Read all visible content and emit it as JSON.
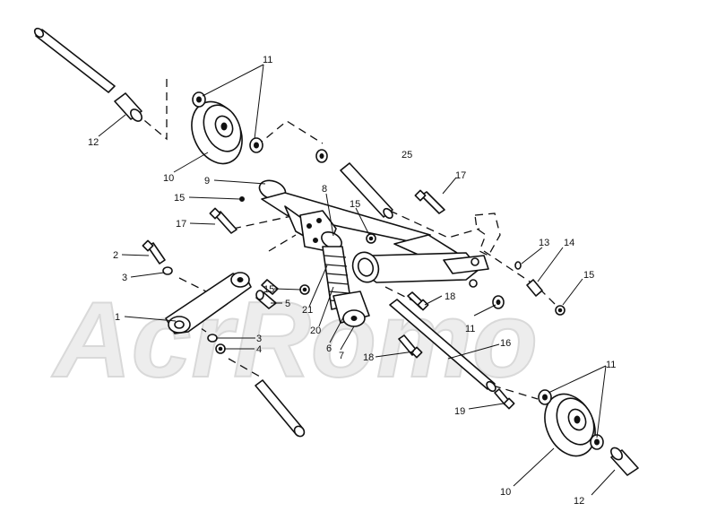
{
  "watermark": {
    "text": "AcrRomo"
  },
  "callouts": [
    {
      "id": "c11a",
      "text": "11"
    },
    {
      "id": "c12a",
      "text": "12"
    },
    {
      "id": "c10a",
      "text": "10"
    },
    {
      "id": "c25",
      "text": "25"
    },
    {
      "id": "c9",
      "text": "9"
    },
    {
      "id": "c17a",
      "text": "17"
    },
    {
      "id": "c15a",
      "text": "15"
    },
    {
      "id": "c8",
      "text": "8"
    },
    {
      "id": "c15b",
      "text": "15"
    },
    {
      "id": "c17b",
      "text": "17"
    },
    {
      "id": "c2",
      "text": "2"
    },
    {
      "id": "c3a",
      "text": "3"
    },
    {
      "id": "c13",
      "text": "13"
    },
    {
      "id": "c14",
      "text": "14"
    },
    {
      "id": "c15c",
      "text": "15"
    },
    {
      "id": "c15d",
      "text": "15"
    },
    {
      "id": "c5",
      "text": "5"
    },
    {
      "id": "c18a",
      "text": "18"
    },
    {
      "id": "c21",
      "text": "21"
    },
    {
      "id": "c1",
      "text": "1"
    },
    {
      "id": "c20",
      "text": "20"
    },
    {
      "id": "c11b",
      "text": "11"
    },
    {
      "id": "c3b",
      "text": "3"
    },
    {
      "id": "c6",
      "text": "6"
    },
    {
      "id": "c16",
      "text": "16"
    },
    {
      "id": "c4",
      "text": "4"
    },
    {
      "id": "c7",
      "text": "7"
    },
    {
      "id": "c18b",
      "text": "18"
    },
    {
      "id": "c11c",
      "text": "11"
    },
    {
      "id": "c19",
      "text": "19"
    },
    {
      "id": "c10b",
      "text": "10"
    },
    {
      "id": "c12b",
      "text": "12"
    }
  ]
}
